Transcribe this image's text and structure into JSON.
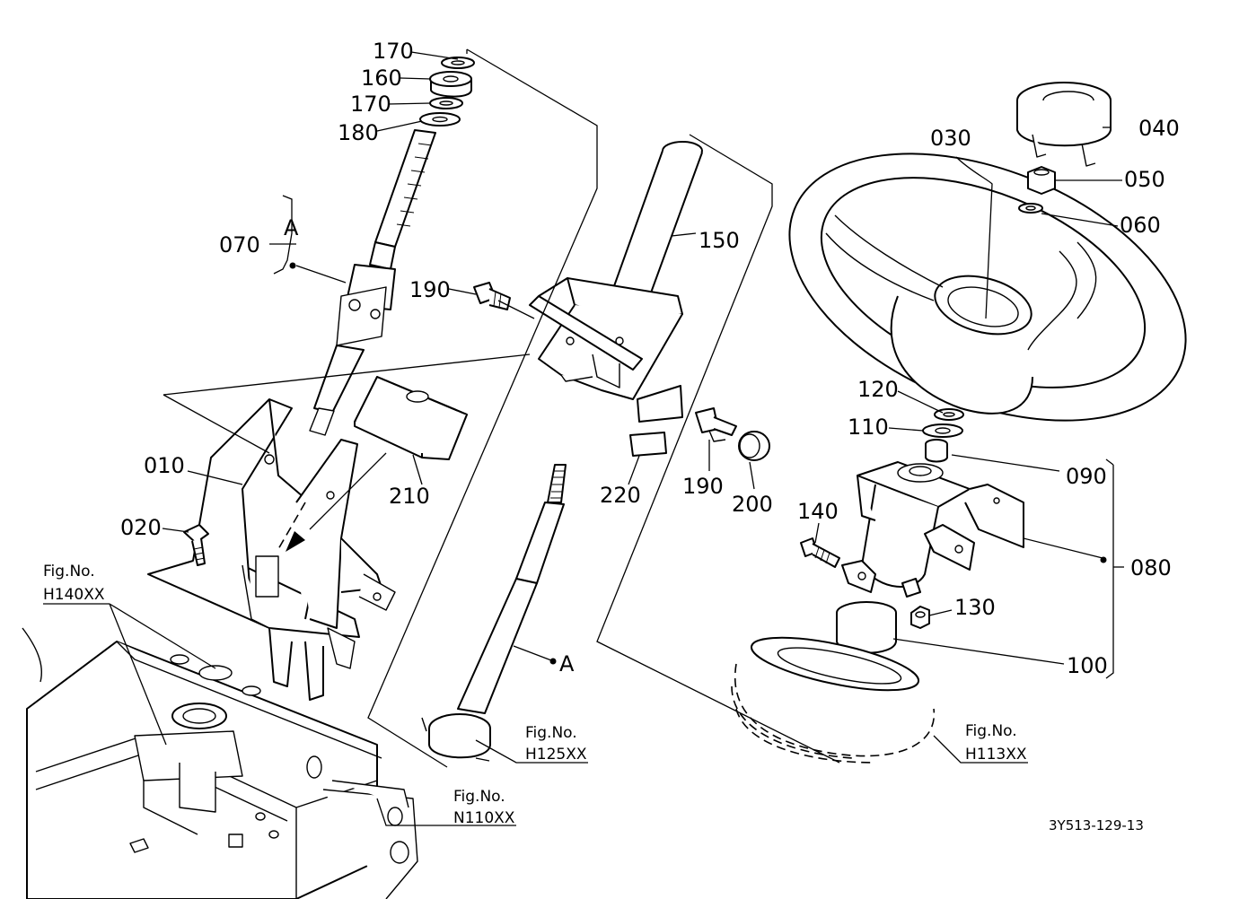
{
  "labels": {
    "p010": "010",
    "p020": "020",
    "p030": "030",
    "p040": "040",
    "p050": "050",
    "p060": "060",
    "p070": "070",
    "p080": "080",
    "p090": "090",
    "p100": "100",
    "p110": "110",
    "p120": "120",
    "p130": "130",
    "p140": "140",
    "p150": "150",
    "p160": "160",
    "p170a": "170",
    "p170b": "170",
    "p180": "180",
    "p190a": "190",
    "p190b": "190",
    "p200": "200",
    "p210": "210",
    "p220": "220",
    "markA1": "A",
    "markA2": "A"
  },
  "references": {
    "h140_prefix": "Fig.No.",
    "h140": "H140XX",
    "h125_prefix": "Fig.No.",
    "h125": "H125XX",
    "h113_prefix": "Fig.No.",
    "h113": "H113XX",
    "n110_prefix": "Fig.No.",
    "n110": "N110XX"
  },
  "drawing_code": "3Y513-129-13"
}
